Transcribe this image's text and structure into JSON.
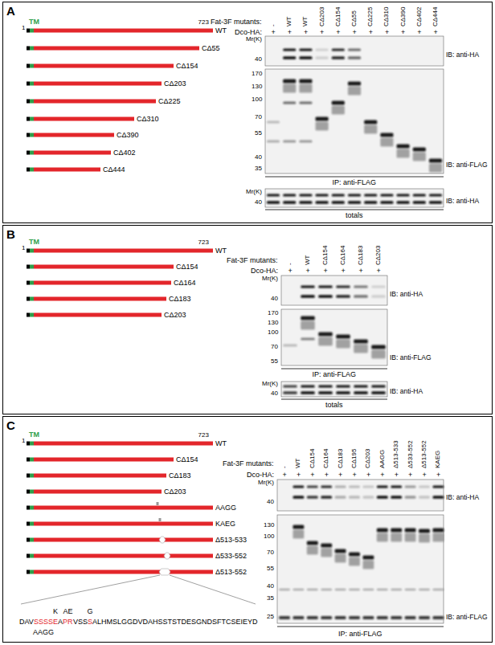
{
  "diagram": {
    "nodes": [
      {
        "text": [
          "A"
        ]
      },
      {
        "text": [
          "B"
        ]
      },
      {
        "text": [
          "C"
        ]
      }
    ],
    "labels": [
      "TM",
      "1",
      "723",
      "WT",
      "CΔ55",
      "CΔ154",
      "CΔ203",
      "CΔ225",
      "CΔ310",
      "CΔ390",
      "CΔ402",
      "CΔ444",
      "Fat-3F mutants:",
      "-",
      "WT",
      "WT",
      "CΔ203",
      "CΔ154",
      "CΔ55",
      "CΔ225",
      "CΔ310",
      "CΔ390",
      "CΔ402",
      "CΔ444",
      "Dco-HA:",
      "+",
      "+",
      "+",
      "+",
      "+",
      "+",
      "+",
      "+",
      "+",
      "+",
      "+",
      "Mr(K)",
      "40",
      "IB: anti-HA",
      "170",
      "130",
      "100",
      "70",
      "55",
      "40",
      "35",
      "IB: anti-FLAG",
      "IP: anti-FLAG",
      "Mr(K)",
      "40",
      "IB: anti-HA",
      "totals",
      "TM",
      "1",
      "723",
      "WT",
      "CΔ154",
      "CΔ164",
      "CΔ183",
      "CΔ203",
      "Fat-3F mutants:",
      "-",
      "WT",
      "CΔ154",
      "CΔ164",
      "CΔ183",
      "CΔ203",
      "Dco-HA:",
      "+",
      "+",
      "+",
      "+",
      "+",
      "+",
      "Mr(K)",
      "40",
      "IB: anti-HA",
      "170",
      "130",
      "100",
      "70",
      "55",
      "IB: anti-FLAG",
      "IP: anti-FLAG",
      "Mr(K)",
      "40",
      "IB: anti-HA",
      "totals",
      "TM",
      "1",
      "723",
      "WT",
      "CΔ154",
      "CΔ183",
      "CΔ203",
      "AAGG",
      "KAEG",
      "Δ513-533",
      "Δ533-552",
      "Δ513-552",
      "DAV",
      "SSSS",
      "E",
      "A",
      "PR",
      "VSS",
      "S",
      "ALHMSLGGDVDAHSSTSTDESGNDSFTCSEIEYD",
      "K",
      "AE",
      "G",
      "AAGG",
      "Fat-3F mutants:",
      "-",
      "WT",
      "CΔ154",
      "CΔ164",
      "CΔ183",
      "CΔ195",
      "CΔ203",
      "AAGG",
      "Δ513-533",
      "Δ533-552",
      "Δ513-552",
      "KAEG",
      "Dco-HA:",
      "+",
      "+",
      "+",
      "+",
      "+",
      "+",
      "+",
      "+",
      "+",
      "+",
      "+",
      "+",
      "Mr(K)",
      "40",
      "IB: anti-HA",
      "130",
      "100",
      "70",
      "55",
      "40",
      "35",
      "25",
      "IB: anti-FLAG",
      "IP: anti-FLAG"
    ]
  }
}
